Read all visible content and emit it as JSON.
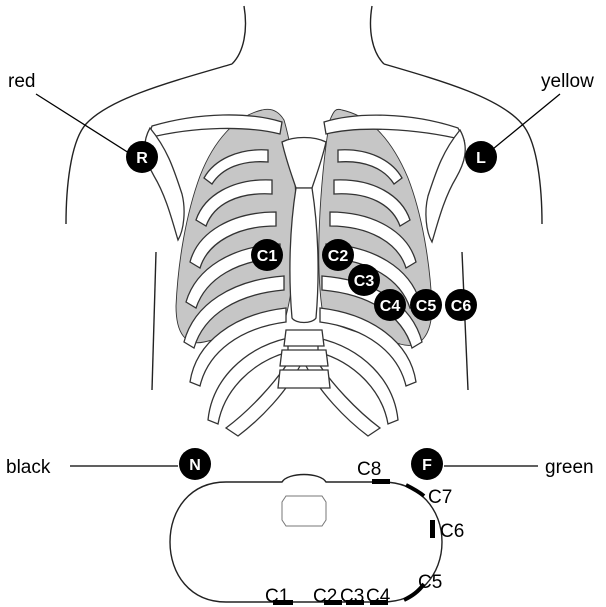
{
  "limb_labels": {
    "red": "red",
    "yellow": "yellow",
    "black": "black",
    "green": "green"
  },
  "electrodes": {
    "R": "R",
    "L": "L",
    "N": "N",
    "F": "F",
    "C1": "C1",
    "C2": "C2",
    "C3": "C3",
    "C4": "C4",
    "C5": "C5",
    "C6": "C6"
  },
  "cross_section_labels": {
    "C1": "C1",
    "C2": "C2",
    "C3": "C3",
    "C4": "C4",
    "C5": "C5",
    "C6": "C6",
    "C7": "C7",
    "C8": "C8"
  },
  "colors": {
    "electrode_fill": "#000000",
    "electrode_text": "#ffffff",
    "lung_fill": "#c6c6c6",
    "outline": "#222222"
  }
}
